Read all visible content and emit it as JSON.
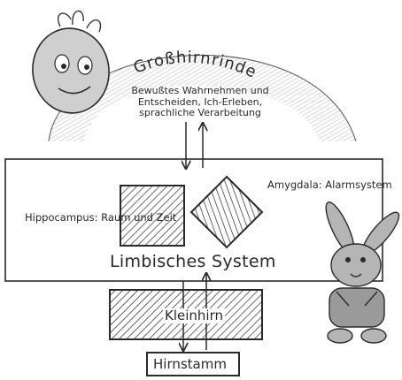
{
  "diagram": {
    "cortex_title": "Großhirnrinde",
    "cortex_description": "Bewußtes Wahrnehmen und Entscheiden, Ich-Erleben, sprachliche Verarbeitung",
    "amygdala_label": "Amygdala: Alarmsystem",
    "hippocampus_label": "Hippocampus: Raum und Zeit",
    "limbic_label": "Limbisches System",
    "cerebellum_label": "Kleinhirn",
    "brainstem_label": "Hirnstamm"
  },
  "characters": [
    "smiling-face",
    "rabbit-in-overalls"
  ],
  "colors": {
    "ink": "#2a2a2a",
    "face": "#cfcfcf",
    "rabbit": "#b5b5b5",
    "background": "#ffffff"
  }
}
